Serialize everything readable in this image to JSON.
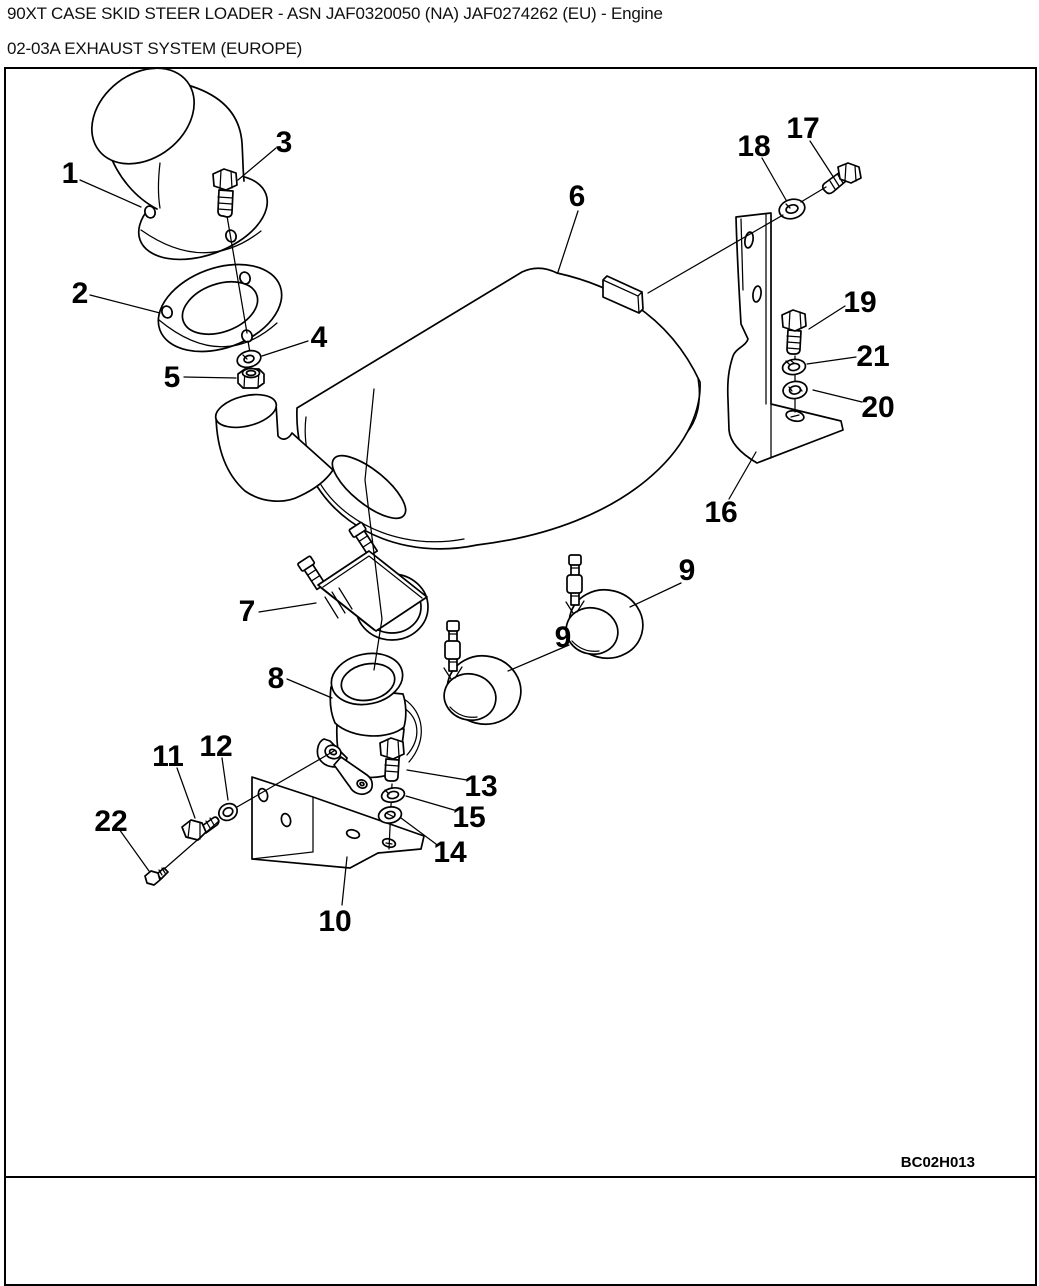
{
  "page": {
    "background": "#ffffff",
    "ink_color": "#000000"
  },
  "header": {
    "title_line1": "90XT CASE SKID STEER LOADER - ASN JAF0320050 (NA) JAF0274262 (EU) - Engine",
    "title_line2": "02-03A EXHAUST SYSTEM (EUROPE)"
  },
  "figure": {
    "drawing_number": "BC02H013",
    "callouts": [
      {
        "label": "1"
      },
      {
        "label": "2"
      },
      {
        "label": "3"
      },
      {
        "label": "4"
      },
      {
        "label": "5"
      },
      {
        "label": "6"
      },
      {
        "label": "7"
      },
      {
        "label": "8"
      },
      {
        "label": "9"
      },
      {
        "label": "9"
      },
      {
        "label": "10"
      },
      {
        "label": "11"
      },
      {
        "label": "12"
      },
      {
        "label": "13"
      },
      {
        "label": "14"
      },
      {
        "label": "15"
      },
      {
        "label": "16"
      },
      {
        "label": "17"
      },
      {
        "label": "18"
      },
      {
        "label": "19"
      },
      {
        "label": "20"
      },
      {
        "label": "21"
      },
      {
        "label": "22"
      }
    ]
  }
}
